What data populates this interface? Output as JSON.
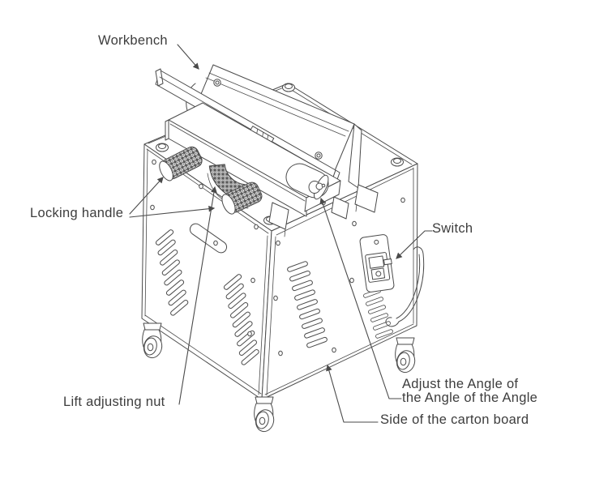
{
  "diagram": {
    "type": "labeled-technical-illustration",
    "labels": {
      "workbench": "Workbench",
      "locking_handle": "Locking handle",
      "lift_adjusting_nut": "Lift adjusting nut",
      "switch": "Switch",
      "adjust_angle_line1": "Adjust the Angle of",
      "adjust_angle_line2": "the Angle of the Angle",
      "side_of_carton_board": "Side of the carton board"
    },
    "colors": {
      "background": "#ffffff",
      "line": "#4a4a4a",
      "text": "#3d3d3d"
    }
  }
}
